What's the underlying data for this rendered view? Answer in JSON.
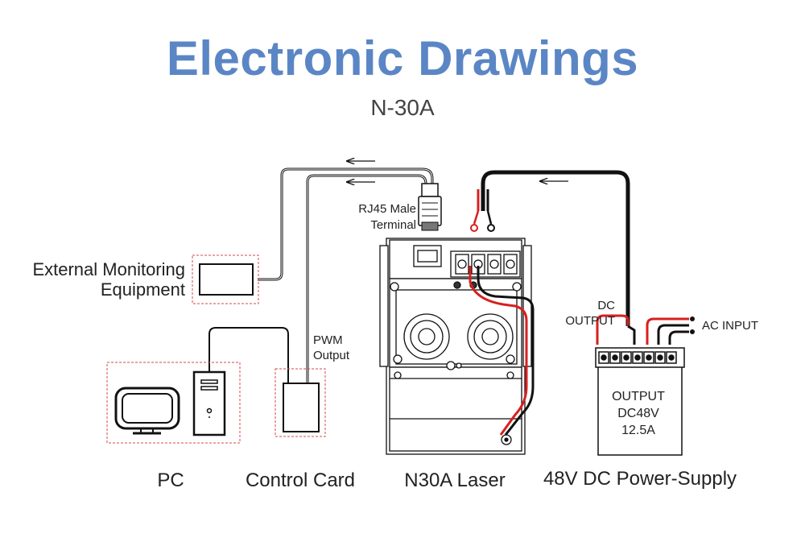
{
  "header": {
    "title": "Electronic Drawings",
    "subtitle": "N-30A"
  },
  "labels": {
    "external_monitoring_line1": "External Monitoring",
    "external_monitoring_line2": "Equipment",
    "pwm_line1": "PWM",
    "pwm_line2": "Output",
    "rj45_line1": "RJ45 Male",
    "rj45_line2": "Terminal",
    "dc_output_line1": "DC",
    "dc_output_line2": "OUTPUT",
    "ac_input": "AC INPUT",
    "psu_line1": "OUTPUT",
    "psu_line2": "DC48V",
    "psu_line3": "12.5A"
  },
  "captions": {
    "pc": "PC",
    "control_card": "Control Card",
    "laser": "N30A Laser",
    "power_supply": "48V DC Power-Supply"
  },
  "colors": {
    "title": "#5b86c5",
    "wire_positive": "#d81f1f",
    "wire_negative": "#111111",
    "dashed_box": "#d94a4a"
  }
}
